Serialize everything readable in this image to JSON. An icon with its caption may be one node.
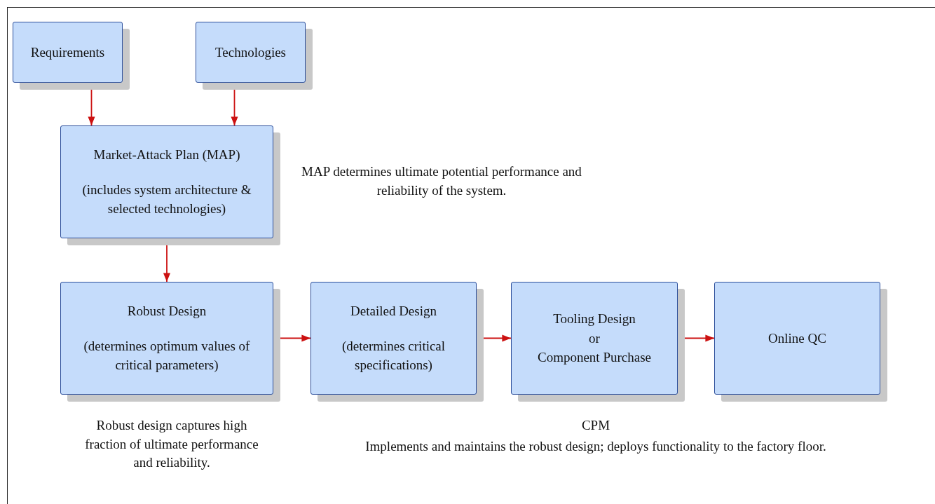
{
  "diagram": {
    "nodes": [
      {
        "text": [
          "Requirements"
        ]
      },
      {
        "text": [
          "Technologies"
        ]
      },
      {
        "text": [
          "Market-Attack Plan (MAP)",
          "(includes system architecture & selected technologies)"
        ]
      },
      {
        "text": [
          "Robust Design",
          "(determines optimum values of critical parameters)"
        ]
      },
      {
        "text": [
          "Detailed Design",
          "(determines critical specifications)"
        ]
      },
      {
        "text": [
          "Tooling Design",
          "or",
          "Component Purchase"
        ]
      },
      {
        "text": [
          "Online QC"
        ]
      }
    ],
    "edges": [
      {
        "from": 0,
        "to": 2,
        "arrow": "to"
      },
      {
        "from": 1,
        "to": 2,
        "arrow": "to"
      },
      {
        "from": 2,
        "to": 3,
        "arrow": "to"
      },
      {
        "from": 3,
        "to": 4,
        "arrow": "to"
      },
      {
        "from": 4,
        "to": 5,
        "arrow": "to"
      },
      {
        "from": 5,
        "to": 6,
        "arrow": "to"
      }
    ],
    "labels": [
      "MAP determines ultimate potential performance and reliability of the system.",
      "Robust design captures high fraction of ultimate performance and reliability.",
      "CPM",
      "Implements and maintains the robust design; deploys functionality to the factory floor."
    ]
  }
}
